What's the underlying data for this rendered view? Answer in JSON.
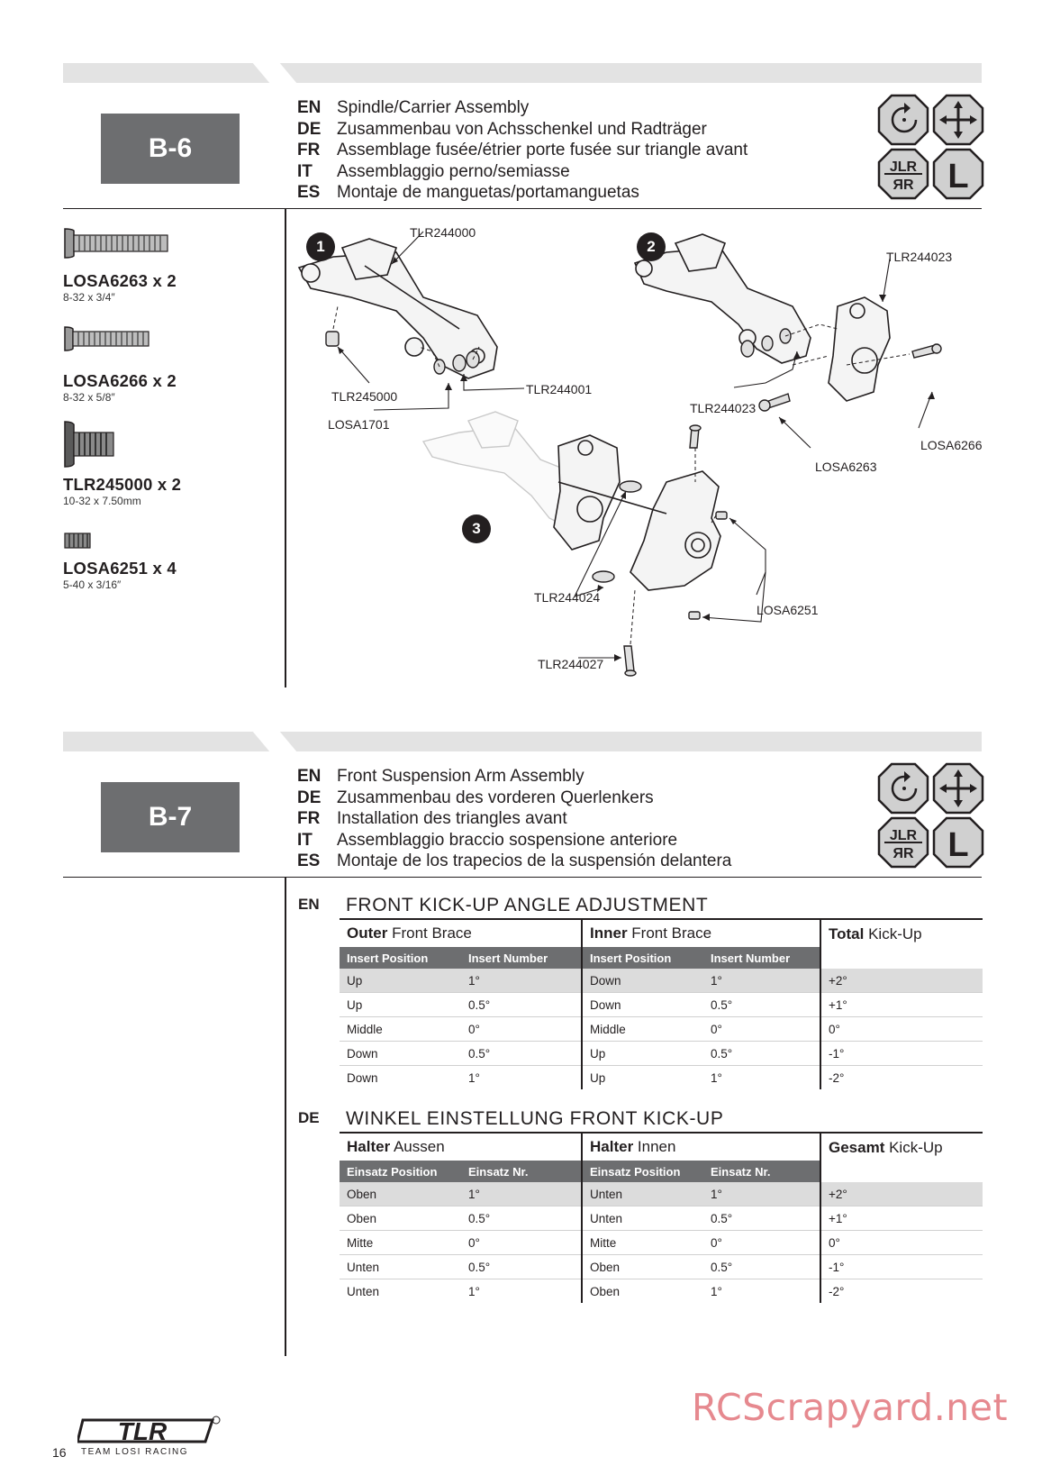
{
  "watermark": "RCScrapyard.net",
  "page_number": "16",
  "logo_text": "TLR",
  "logo_subtext": "TEAM LOSI RACING",
  "step_b6": {
    "id": "B-6",
    "titles": [
      {
        "code": "EN",
        "text": "Spindle/Carrier Assembly"
      },
      {
        "code": "DE",
        "text": "Zusammenbau von Achsschenkel und Radträger"
      },
      {
        "code": "FR",
        "text": "Assemblage fusée/étrier porte fusée sur triangle avant"
      },
      {
        "code": "IT",
        "text": "Assemblaggio perno/semiasse"
      },
      {
        "code": "ES",
        "text": "Montaje de manguetas/portamanguetas"
      }
    ],
    "icons": [
      "rotate-icon",
      "move-icon",
      "left-right-icon",
      "l-icon"
    ],
    "parts": [
      {
        "label": "LOSA6263 x 2",
        "size": "8-32 x 3/4″"
      },
      {
        "label": "LOSA6266 x 2",
        "size": "8-32 x 5/8″"
      },
      {
        "label": "TLR245000 x 2",
        "size": "10-32 x 7.50mm"
      },
      {
        "label": "LOSA6251 x 4",
        "size": "5-40 x 3/16″"
      }
    ],
    "substeps": [
      "1",
      "2",
      "3"
    ],
    "callouts": {
      "tlr244000": "TLR244000",
      "tlr245000": "TLR245000",
      "losa1701": "LOSA1701",
      "tlr244001": "TLR244001",
      "tlr244023_a": "TLR244023",
      "tlr244023_b": "TLR244023",
      "losa6266": "LOSA6266",
      "losa6263": "LOSA6263",
      "tlr244024": "TLR244024",
      "losa6251": "LOSA6251",
      "tlr244027": "TLR244027"
    }
  },
  "step_b7": {
    "id": "B-7",
    "titles": [
      {
        "code": "EN",
        "text": "Front Suspension Arm Assembly"
      },
      {
        "code": "DE",
        "text": "Zusammenbau des vorderen Querlenkers"
      },
      {
        "code": "FR",
        "text": "Installation des triangles avant"
      },
      {
        "code": "IT",
        "text": "Assemblaggio braccio sospensione anteriore"
      },
      {
        "code": "ES",
        "text": "Montaje de los trapecios de la suspensión delantera"
      }
    ],
    "tables": [
      {
        "lang": "EN",
        "title": "FRONT KICK-UP ANGLE ADJUSTMENT",
        "group1": {
          "bold": "Outer",
          "rest": " Front Brace"
        },
        "group2": {
          "bold": "Inner",
          "rest": " Front Brace"
        },
        "group3": {
          "bold": "Total",
          "rest": " Kick-Up"
        },
        "sub": [
          "Insert Position",
          "Insert Number",
          "Insert Position",
          "Insert Number"
        ],
        "rows": [
          [
            "Up",
            "1°",
            "Down",
            "1°",
            "+2°"
          ],
          [
            "Up",
            "0.5°",
            "Down",
            "0.5°",
            "+1°"
          ],
          [
            "Middle",
            "0°",
            "Middle",
            "0°",
            "0°"
          ],
          [
            "Down",
            "0.5°",
            "Up",
            "0.5°",
            "-1°"
          ],
          [
            "Down",
            "1°",
            "Up",
            "1°",
            "-2°"
          ]
        ]
      },
      {
        "lang": "DE",
        "title": "WINKEL EINSTELLUNG FRONT KICK-UP",
        "group1": {
          "bold": "Halter",
          "rest": " Aussen"
        },
        "group2": {
          "bold": "Halter",
          "rest": " Innen"
        },
        "group3": {
          "bold": "Gesamt",
          "rest": " Kick-Up"
        },
        "sub": [
          "Einsatz Position",
          "Einsatz Nr.",
          "Einsatz Position",
          "Einsatz Nr."
        ],
        "rows": [
          [
            "Oben",
            "1°",
            "Unten",
            "1°",
            "+2°"
          ],
          [
            "Oben",
            "0.5°",
            "Unten",
            "0.5°",
            "+1°"
          ],
          [
            "Mitte",
            "0°",
            "Mitte",
            "0°",
            "0°"
          ],
          [
            "Unten",
            "0.5°",
            "Oben",
            "0.5°",
            "-1°"
          ],
          [
            "Unten",
            "1°",
            "Oben",
            "1°",
            "-2°"
          ]
        ]
      }
    ]
  }
}
